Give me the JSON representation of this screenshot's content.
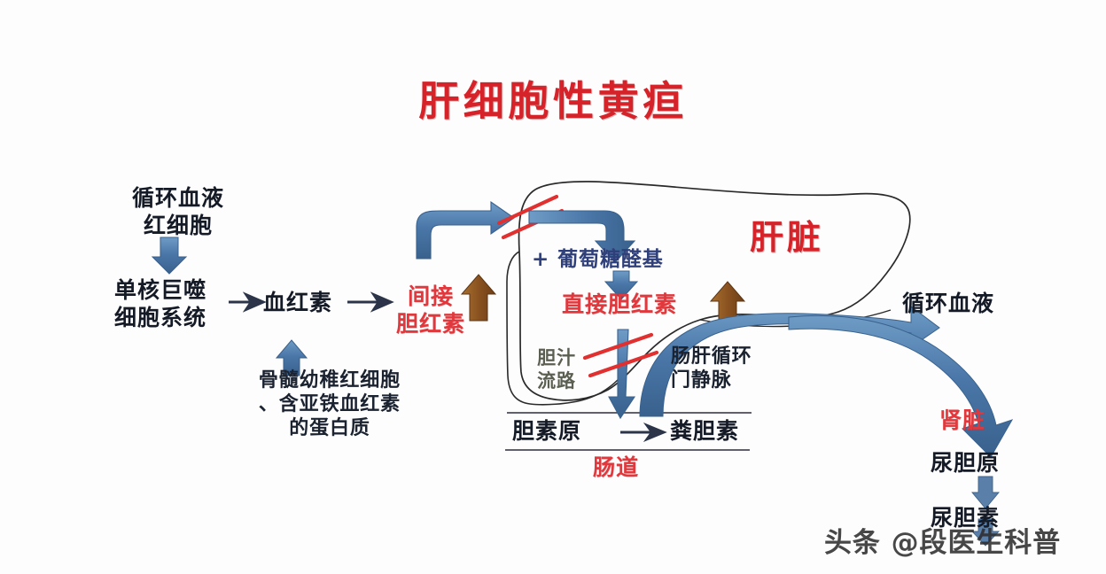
{
  "document": {
    "title": "肝细胞性黄疸",
    "type": "medical-pathway-diagram",
    "background_color": "#fdfdfd"
  },
  "colors": {
    "title_red": "#d6232a",
    "label_red": "#e0383c",
    "text_black": "#141a26",
    "navy": "#2f3f7a",
    "arrow_blue": "#4a77a8",
    "arrow_blue_dark": "#3b5f8a",
    "thin_arrow_navy": "#2b3448",
    "brown_arrow": "#8a5220",
    "block_red": "#e03030",
    "organ_outline": "#2a2a2a",
    "gray_text": "#5b5f52"
  },
  "labels": {
    "title": "肝细胞性黄疸",
    "circulating_blood_rbc": "循环血液\n红细胞",
    "mononuclear_phagocyte": "单核巨噬\n细胞系统",
    "heme": "血红素",
    "indirect_bilirubin": "间接\n胆红素",
    "bone_marrow_source": "骨髓幼稚红细胞\n、含亚铁血红素\n的蛋白质",
    "glucuronyl": "+ 葡萄糖醛基",
    "direct_bilirubin": "直接胆红素",
    "liver": "肝脏",
    "bile_flow_path": "胆汁\n流路",
    "enterohepatic_portal_vein": "肠肝循环\n门静脉",
    "urobilinogen_gut": "胆素原",
    "stercobilin": "粪胆素",
    "intestine": "肠道",
    "circulating_blood_right": "循环血液",
    "kidney": "肾脏",
    "urine_urobilinogen": "尿胆原",
    "urobilin": "尿胆素",
    "watermark": "头条 @段医生科普"
  },
  "pathway": {
    "nodes": [
      {
        "id": "circulating-blood-rbc",
        "label": "循环血液红细胞",
        "region": "left"
      },
      {
        "id": "mononuclear-phagocyte-system",
        "label": "单核巨噬细胞系统",
        "region": "left"
      },
      {
        "id": "heme",
        "label": "血红素",
        "region": "left"
      },
      {
        "id": "indirect-bilirubin",
        "label": "间接胆红素",
        "region": "left",
        "status": "increased"
      },
      {
        "id": "bone-marrow-source",
        "label": "骨髓幼稚红细胞、含亚铁血红素的蛋白质",
        "region": "left"
      },
      {
        "id": "glucuronyl",
        "label": "+ 葡萄糖醛基",
        "region": "liver"
      },
      {
        "id": "direct-bilirubin",
        "label": "直接胆红素",
        "region": "liver",
        "status": "increased"
      },
      {
        "id": "urobilinogen-gut",
        "label": "胆素原",
        "region": "intestine"
      },
      {
        "id": "stercobilin",
        "label": "粪胆素",
        "region": "intestine"
      },
      {
        "id": "kidney",
        "label": "肾脏",
        "region": "right"
      },
      {
        "id": "urine-urobilinogen",
        "label": "尿胆原",
        "region": "right"
      },
      {
        "id": "urobilin",
        "label": "尿胆素",
        "region": "right"
      }
    ],
    "blocked_steps": [
      {
        "id": "uptake-block",
        "description": "间接胆红素摄取入肝受阻"
      },
      {
        "id": "bile-excretion-block",
        "description": "胆汁流路排泄受阻"
      }
    ],
    "increase_markers": [
      {
        "id": "indirect-bilirubin-up",
        "target": "间接胆红素"
      },
      {
        "id": "direct-bilirubin-up",
        "target": "直接胆红素"
      }
    ]
  },
  "organs": [
    {
      "id": "liver",
      "label": "肝脏"
    },
    {
      "id": "intestine",
      "label": "肠道"
    },
    {
      "id": "kidney",
      "label": "肾脏"
    }
  ]
}
